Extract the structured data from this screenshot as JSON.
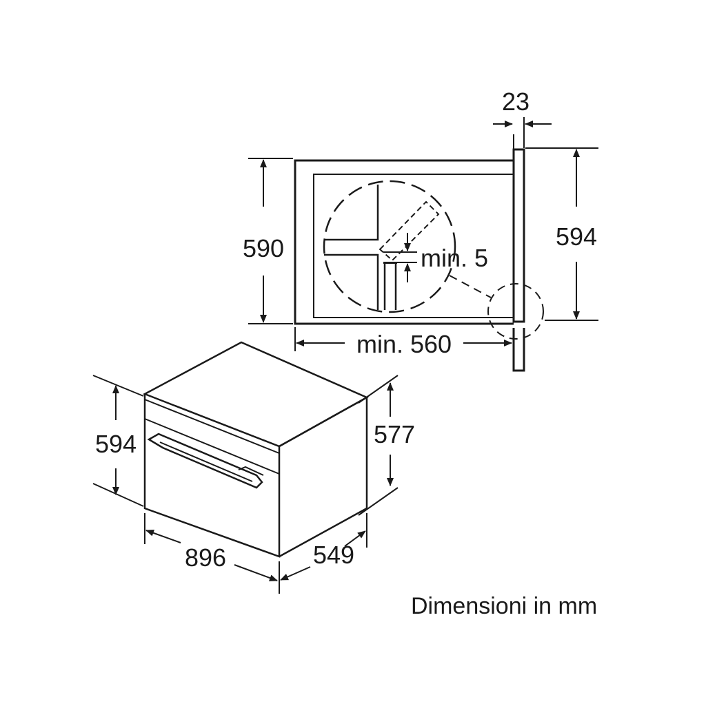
{
  "side_view": {
    "width_label": "23",
    "cutout_height_label": "590",
    "panel_height_label": "594",
    "gap_label": "min. 5",
    "depth_label": "min. 560"
  },
  "front_view": {
    "height_label": "594",
    "rear_height_label": "577",
    "width_label": "896",
    "depth_label": "549"
  },
  "caption": "Dimensioni in mm"
}
